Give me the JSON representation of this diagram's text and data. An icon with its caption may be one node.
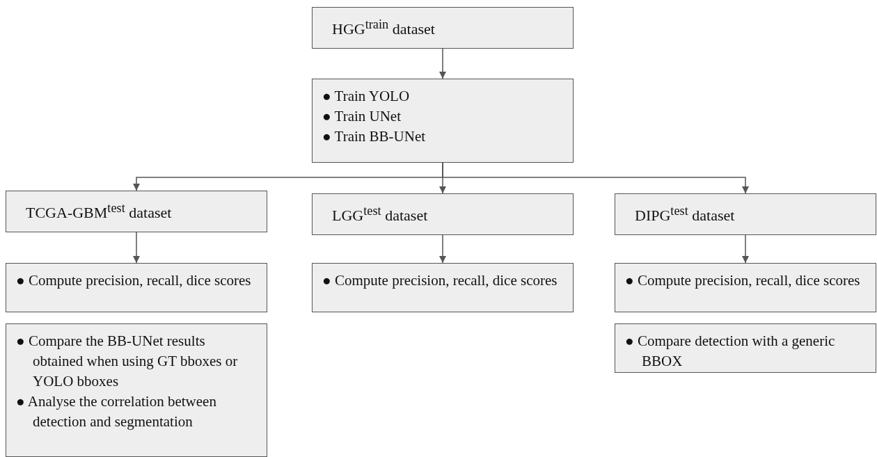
{
  "diagram": {
    "nodes": [
      {
        "text": [
          "HGG$^{train}$ dataset"
        ]
      },
      {
        "text": [
          "● Train YOLO",
          "● Train UNet",
          "● Train BB-UNet"
        ]
      },
      {
        "text": [
          "TCGA-GBM$^{test}$ dataset"
        ]
      },
      {
        "text": [
          "LGG$^{test}$ dataset"
        ]
      },
      {
        "text": [
          "DIPG$^{test}$ dataset"
        ]
      },
      {
        "text": [
          "● Compute precision, recall, dice scores"
        ]
      },
      {
        "text": [
          "● Compute precision, recall, dice scores"
        ]
      },
      {
        "text": [
          "● Compute precision, recall, dice scores"
        ]
      },
      {
        "text": [
          "● Compare the BB-UNet results obtained when using GT bboxes or YOLO bboxes",
          "● Analyse the correlation between detection and segmentation"
        ]
      },
      {
        "text": [
          "● Compare detection with a generic BBOX"
        ]
      }
    ],
    "edges": [
      {
        "from": 0,
        "to": 1,
        "arrow": "to"
      },
      {
        "from": 1,
        "to": 2,
        "arrow": "to"
      },
      {
        "from": 1,
        "to": 3,
        "arrow": "to"
      },
      {
        "from": 1,
        "to": 4,
        "arrow": "to"
      },
      {
        "from": 2,
        "to": 5,
        "arrow": "to"
      },
      {
        "from": 3,
        "to": 6,
        "arrow": "to"
      },
      {
        "from": 4,
        "to": 7,
        "arrow": "to"
      }
    ]
  }
}
